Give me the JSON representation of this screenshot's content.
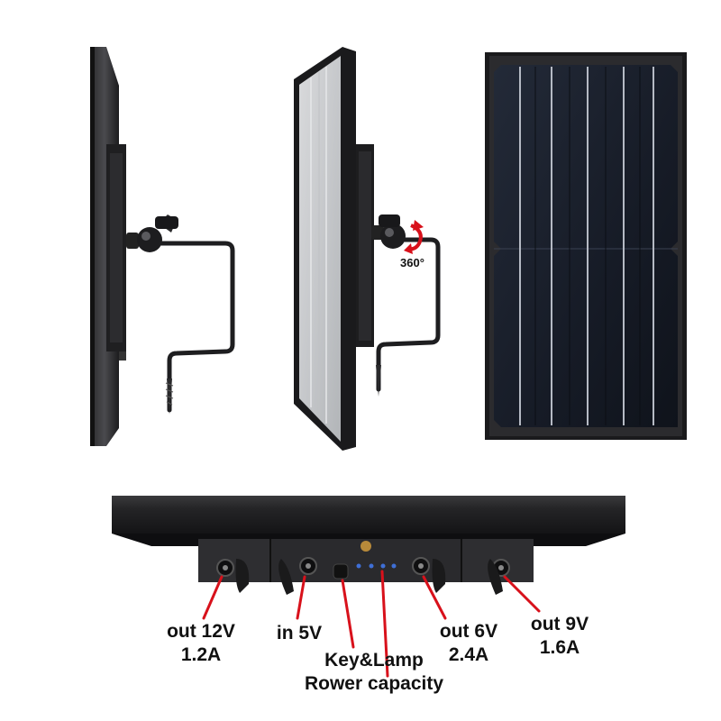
{
  "rotation_badge": "360°",
  "colors": {
    "panel_dark": "#1a1a1c",
    "frame_silver": "#b9bcc0",
    "arrow_red": "#d8111b",
    "cell_blue": "#1c2230"
  },
  "ports": [
    {
      "line1": "out 12V",
      "line2": "1.2A"
    },
    {
      "line1": "in 5V",
      "line2": ""
    },
    {
      "line1": "Key&Lamp",
      "line2": "Rower capacity"
    },
    {
      "line1": "out 6V",
      "line2": "2.4A"
    },
    {
      "line1": "out 9V",
      "line2": "1.6A"
    }
  ]
}
